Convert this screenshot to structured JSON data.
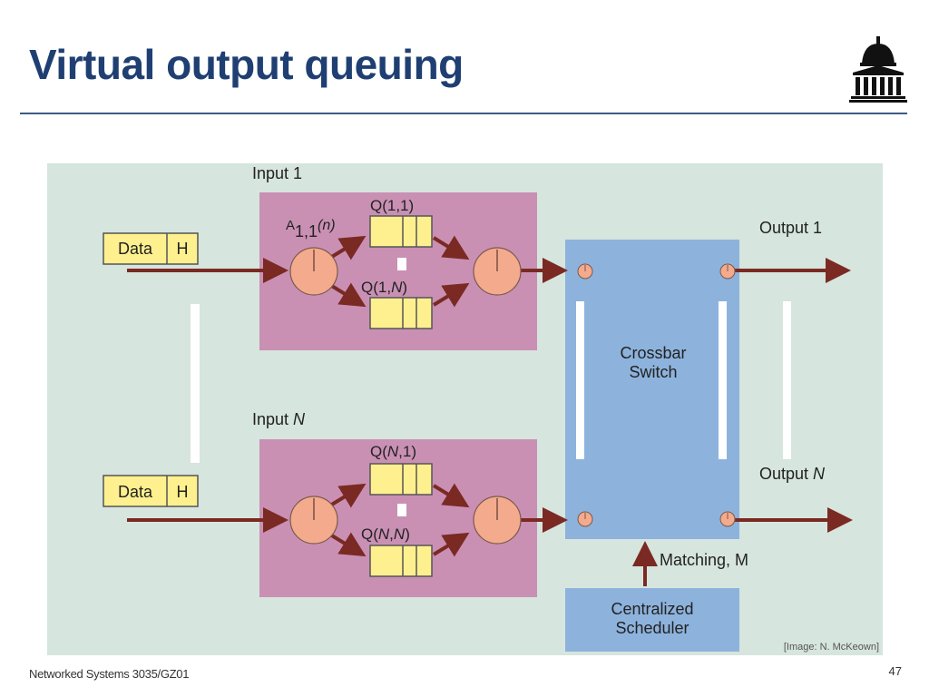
{
  "slide": {
    "title": "Virtual output queuing",
    "footer": "Networked Systems 3035/GZ01",
    "page_number": "47",
    "credit": "[Image: N. McKeown]"
  },
  "diagram": {
    "input1_label": "Input 1",
    "inputN_label_prefix": "Input ",
    "inputN_label_var": "N",
    "packet_data": "Data",
    "packet_header": "H",
    "arrival_label_A": "A",
    "arrival_label_sub": "1,1",
    "arrival_label_n": "(n)",
    "q11_label": "Q(1,1)",
    "q1N_prefix": "Q(1,",
    "q1N_var": "N",
    "q1N_suffix": ")",
    "qN1_prefix": "Q(",
    "qN1_var": "N",
    "qN1_suffix": ",1)",
    "qNN_prefix": "Q(",
    "qNN_var1": "N",
    "qNN_mid": ",",
    "qNN_var2": "N",
    "qNN_suffix": ")",
    "output1_label": "Output 1",
    "outputN_prefix": "Output ",
    "outputN_var": "N",
    "crossbar_line1": "Crossbar",
    "crossbar_line2": "Switch",
    "matching_label": "Matching, M",
    "scheduler_line1": "Centralized",
    "scheduler_line2": "Scheduler"
  },
  "colors": {
    "title": "#1f3f73",
    "diagram_bg": "#d6e5de",
    "input_box": "#c990b4",
    "crossbar": "#8db3dd",
    "queue_cell": "#fff08f",
    "server": "#f4aa8d",
    "arrow": "#7a2a22"
  }
}
